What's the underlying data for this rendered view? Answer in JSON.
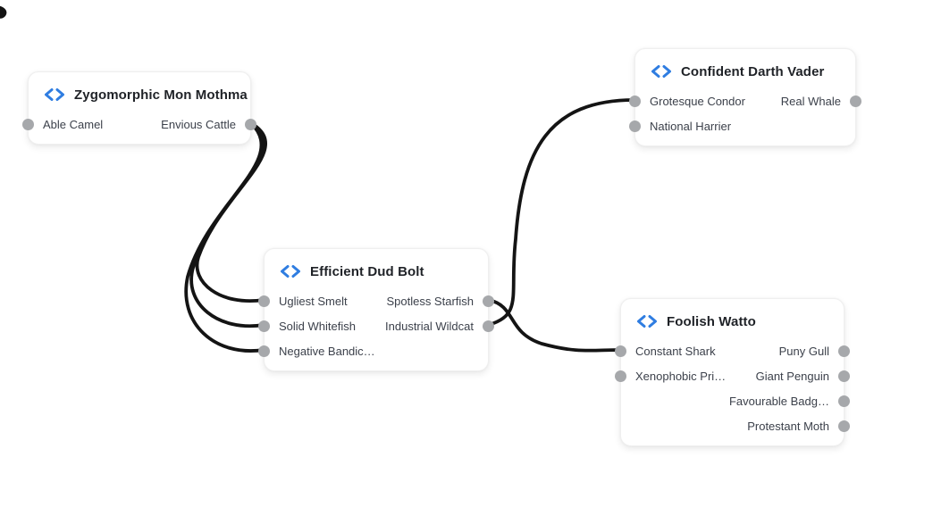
{
  "canvas": {
    "background": "#ffffff",
    "edge_color": "#141414",
    "port_color": "#a6a8ab",
    "accent_color": "#2f7de1"
  },
  "nodes": [
    {
      "title": "Zygomorphic Mon Mothma",
      "icon": "code-icon",
      "inputs": [
        "Able Camel"
      ],
      "outputs": [
        "Envious Cattle"
      ]
    },
    {
      "title": "Confident Darth Vader",
      "icon": "code-icon",
      "inputs": [
        "Grotesque Condor",
        "National Harrier"
      ],
      "outputs": [
        "Real Whale"
      ]
    },
    {
      "title": "Efficient Dud Bolt",
      "icon": "code-icon",
      "inputs": [
        "Ugliest Smelt",
        "Solid Whitefish",
        "Negative Bandic…"
      ],
      "outputs": [
        "Spotless Starfish",
        "Industrial Wildcat"
      ]
    },
    {
      "title": "Foolish Watto",
      "icon": "code-icon",
      "inputs": [
        "Constant Shark",
        "Xenophobic Pri…"
      ],
      "outputs": [
        "Puny Gull",
        "Giant Penguin",
        "Favourable Badg…",
        "Protestant Moth"
      ]
    }
  ],
  "edges": [
    {
      "from": "Zygomorphic Mon Mothma / Envious Cattle",
      "to": "Efficient Dud Bolt / Ugliest Smelt"
    },
    {
      "from": "Zygomorphic Mon Mothma / Envious Cattle",
      "to": "Efficient Dud Bolt / Solid Whitefish"
    },
    {
      "from": "Zygomorphic Mon Mothma / Envious Cattle",
      "to": "Efficient Dud Bolt / Negative Bandic…"
    },
    {
      "from": "Efficient Dud Bolt / Industrial Wildcat",
      "to": "Confident Darth Vader / Grotesque Condor"
    },
    {
      "from": "Efficient Dud Bolt / Spotless Starfish",
      "to": "Foolish Watto / Constant Shark"
    }
  ]
}
